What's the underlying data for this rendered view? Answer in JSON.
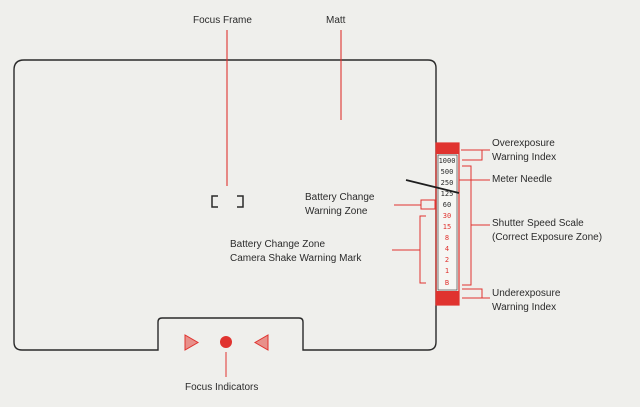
{
  "labels": {
    "focus_frame": "Focus Frame",
    "matt": "Matt",
    "overexposure": [
      "Overexposure",
      "Warning Index"
    ],
    "meter_needle": "Meter Needle",
    "battery_change_warning": [
      "Battery Change",
      "Warning Zone"
    ],
    "shutter_speed_scale": [
      "Shutter Speed Scale",
      "(Correct Exposure Zone)"
    ],
    "battery_change_zone": [
      "Battery Change Zone",
      "Camera Shake Warning Mark"
    ],
    "underexposure": [
      "Underexposure",
      "Warning Index"
    ],
    "focus_indicators": "Focus Indicators"
  },
  "scale": {
    "black_values": [
      "1000",
      "500",
      "250",
      "125",
      "60"
    ],
    "red_values": [
      "30",
      "15",
      "8",
      "4",
      "2",
      "1",
      "B"
    ]
  },
  "colors": {
    "red": "#e0332f",
    "line": "#2a2a2a",
    "label": "#2b2b2b",
    "background": "#efefec"
  }
}
